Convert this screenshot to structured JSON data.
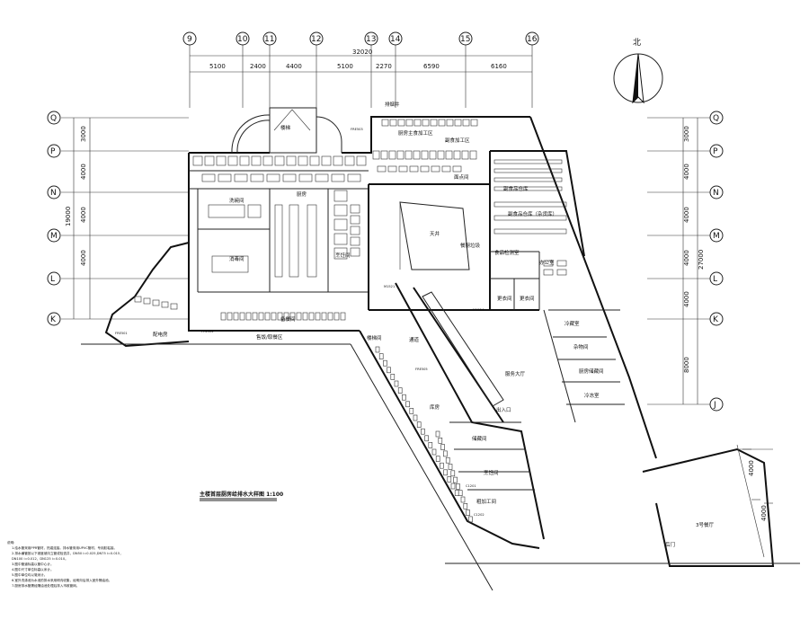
{
  "top_axes": [
    "9",
    "10",
    "11",
    "12",
    "13",
    "14",
    "15",
    "16"
  ],
  "side_axes": [
    "Q",
    "P",
    "N",
    "M",
    "L",
    "K"
  ],
  "right_axes": [
    "Q",
    "P",
    "N",
    "M",
    "L",
    "K",
    "J"
  ],
  "overall_dim": "32020",
  "top_dims": [
    "5100",
    "2400",
    "4400",
    "5100",
    "2270",
    "6590",
    "6160"
  ],
  "left_dims": [
    "3000",
    "4000",
    "4000",
    "4000"
  ],
  "left_total": "19000",
  "right_dims": [
    "3000",
    "4000",
    "4000",
    "4000",
    "4000",
    "8000"
  ],
  "right_total": "27000",
  "bottom_right_dims": [
    "4000",
    "4000"
  ],
  "north_label": "北",
  "title": "主楼首层厨房给排水大样图 1:100",
  "notes_title": "说明:",
  "notes": [
    "1.给水管采用PPR管材，热熔连接。排水管采用UPVC管材，专用胶粘接。",
    "2.排水横管按以下坡度坡向立管或检查井，DN50 i=0.025,DN75 i=0.015，",
    "  DN100 i=0.012，DN125 i=0.010。",
    "3.图中管道标高以管中心计。",
    "4.图中尺寸单位标高以米计。",
    "5.图中单位均以毫米计。",
    "6.室外洗涤池为水池的排水采用明沟收集，经明沟后排入室外隔油池。",
    "7.厨房排水管需经隔油池处理后排入市政管网。"
  ],
  "rooms": {
    "r1": "厨房主食加工区",
    "r2": "厨房",
    "r3": "洗碗间",
    "r4": "消毒间",
    "r5": "天井",
    "r6": "副食品仓库",
    "r7": "副食品仓库（杂货库）",
    "r8": "办公室",
    "r9": "更衣间",
    "r10": "更衣间",
    "r11": "冷藏室",
    "r12": "杂物间",
    "r13": "厨房储藏间",
    "r14": "冷冻室",
    "r15": "服务大厅",
    "r16": "配电房",
    "r17": "备餐间",
    "r18": "售饭/取餐区",
    "r19": "通道",
    "r20": "楼梯间",
    "r21": "库房",
    "r22": "储藏间",
    "r23": "3号餐厅",
    "r24": "烹饪间",
    "r25": "粗加工间",
    "r26": "食品检测室",
    "r27": "餐厨垃圾",
    "r28": "出入口",
    "r29": "后门",
    "r30": "排烟井",
    "r31": "楼梯",
    "r32": "副食加工区",
    "r33": "烹饪间",
    "r34": "面点间"
  },
  "tags": {
    "t1": "FRE501",
    "t2": "FRE502",
    "t3": "FRE503",
    "t4": "FRE505",
    "t5": "C1201",
    "t6": "C1202",
    "t7": "M1521",
    "t8": "M1524"
  },
  "colors": {
    "line": "#111111",
    "background": "#ffffff"
  }
}
